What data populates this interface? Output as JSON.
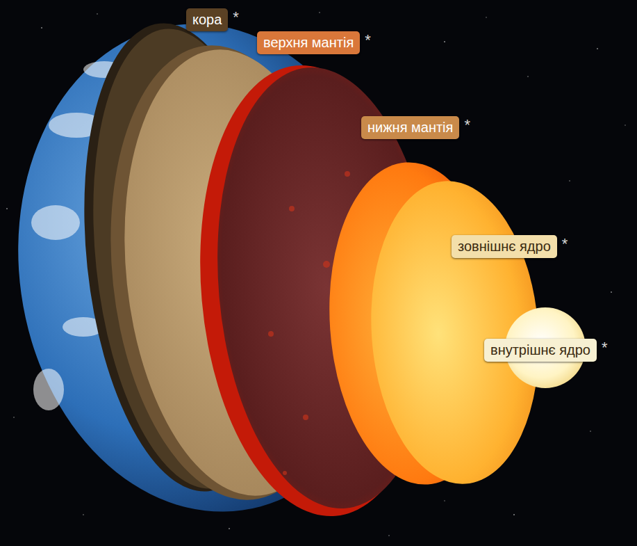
{
  "diagram": {
    "nodes": [
      {
        "text": [
          "кора"
        ]
      },
      {
        "text": [
          "верхня мантія"
        ]
      },
      {
        "text": [
          "нижня мантія"
        ]
      },
      {
        "text": [
          "зовнішнє ядро"
        ]
      },
      {
        "text": [
          "внутрішнє ядро"
        ]
      }
    ],
    "labels": [
      "*",
      "*",
      "*",
      "*",
      "*"
    ]
  }
}
